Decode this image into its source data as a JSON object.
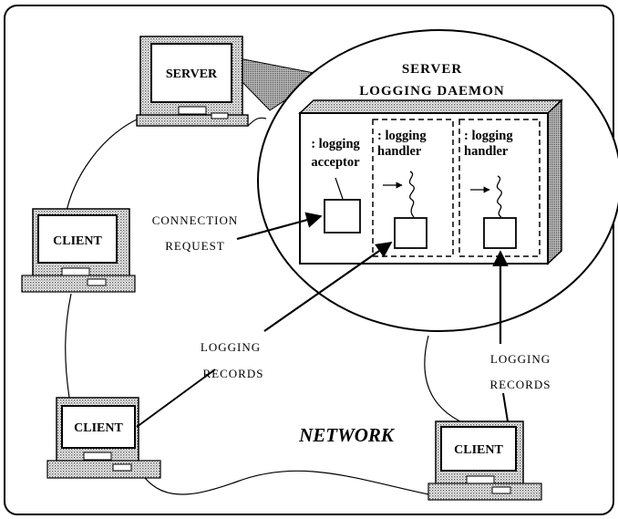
{
  "nodes": {
    "server": "SERVER",
    "client_left": "CLIENT",
    "client_bottom_left": "CLIENT",
    "client_bottom_right": "CLIENT"
  },
  "daemon": {
    "title_line1": "SERVER",
    "title_line2": "LOGGING DAEMON",
    "acceptor_line1": ": logging",
    "acceptor_line2": "acceptor",
    "handler1_line1": ": logging",
    "handler1_line2": "handler",
    "handler2_line1": ": logging",
    "handler2_line2": "handler"
  },
  "annotations": {
    "connection_line1": "CONNECTION",
    "connection_line2": "REQUEST",
    "records_mid_line1": "LOGGING",
    "records_mid_line2": "RECORDS",
    "records_right_line1": "LOGGING",
    "records_right_line2": "RECORDS",
    "network": "NETWORK"
  }
}
